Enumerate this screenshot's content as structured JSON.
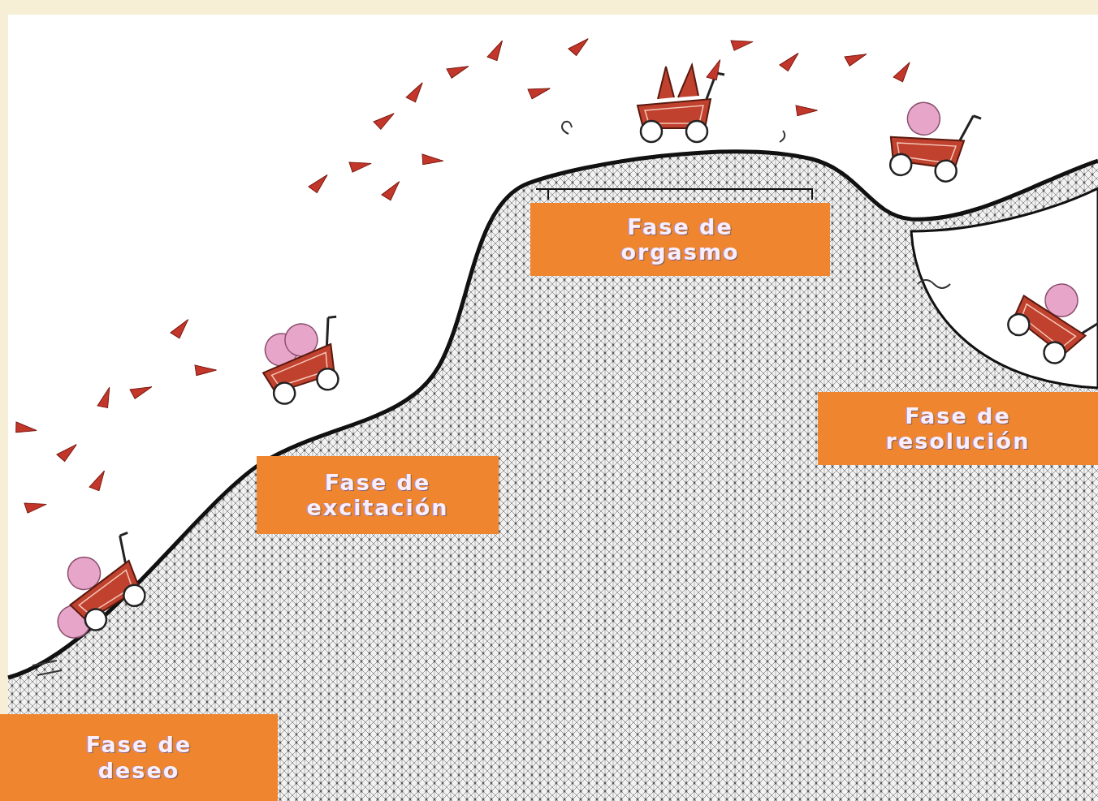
{
  "diagram": {
    "nodes": [
      {
        "text": [
          "Fase de deseo"
        ]
      },
      {
        "text": [
          "Fase de excitación"
        ]
      },
      {
        "text": [
          "Fase de orgasmo"
        ]
      },
      {
        "text": [
          "Fase de resolución"
        ]
      }
    ]
  }
}
